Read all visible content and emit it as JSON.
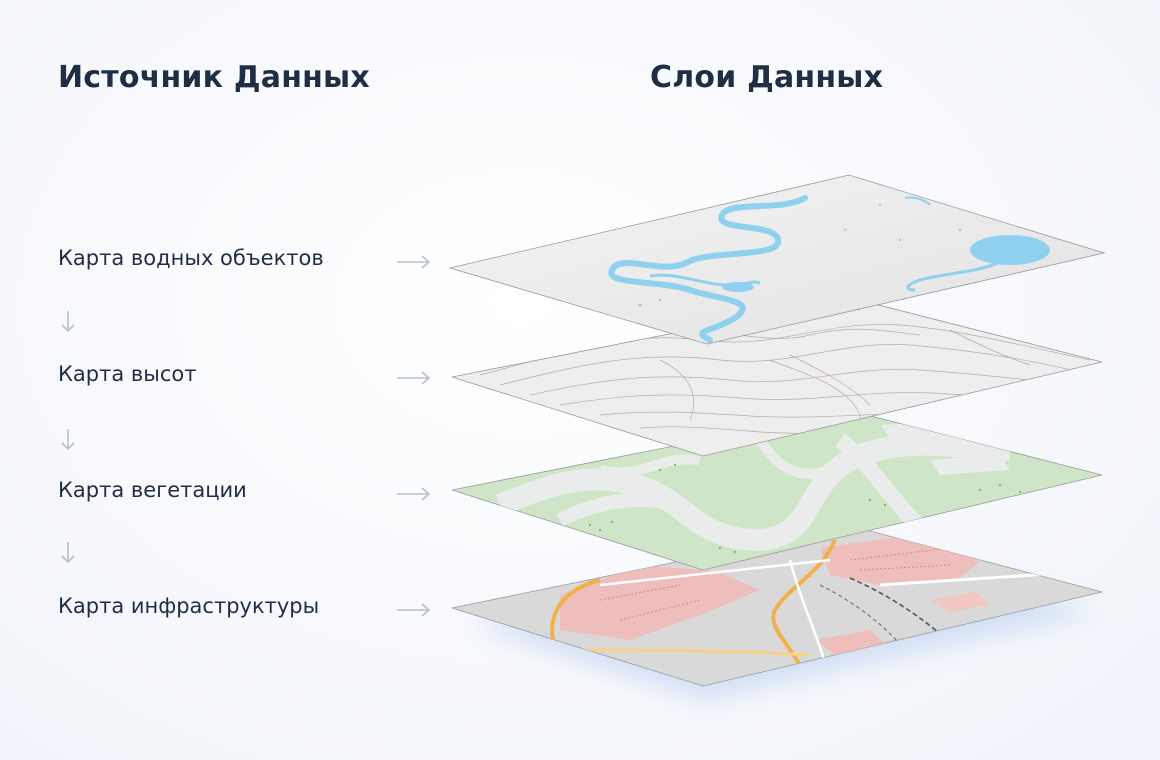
{
  "headings": {
    "source": "Источник Данных",
    "layers": "Слои Данных"
  },
  "sources": [
    {
      "label": "Карта водных объектов"
    },
    {
      "label": " Карта высот"
    },
    {
      "label": "Карта вегетации"
    },
    {
      "label": "Карта инфраструктуры"
    }
  ],
  "colors": {
    "heading_text": "#1f2d45",
    "arrow": "#b9bec8",
    "water": "#8fd0ef",
    "vegetation": "#cfe5c8",
    "buildings": "#f0b9b5",
    "roads_orange": "#f2b04a",
    "sheet": "#ececec"
  },
  "icons": {
    "right_arrow": "arrow-right-icon",
    "down_arrow": "arrow-down-icon"
  }
}
